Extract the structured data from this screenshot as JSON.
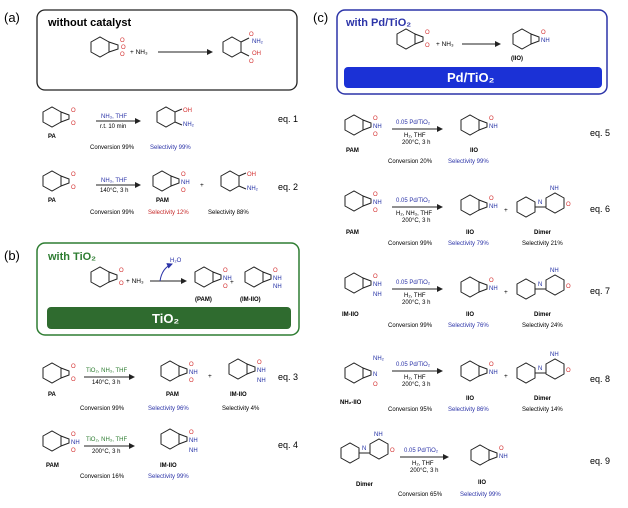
{
  "colors": {
    "green_text": "#2e7d32",
    "blue_text": "#2c34a8",
    "red_text": "#c62828",
    "green_bar": "#2f6b2f",
    "blue_bar": "#1b31d6",
    "o_red": "#d32f2f",
    "n_blue": "#2330a5"
  },
  "panels": {
    "a": {
      "tag": "(a)",
      "title": "without catalyst",
      "reagent": "+ NH₃",
      "eqs": [
        {
          "cond1": "NH₃, THF",
          "cond2": "r.t. 10 min",
          "sm_label": "PA",
          "conversion": "Conversion 99%",
          "selectivity": "Selectivity 99%",
          "num": "eq. 1"
        },
        {
          "cond1": "NH₃, THF",
          "cond2": "140°C, 3 h",
          "sm_label": "PA",
          "product1": "PAM",
          "conversion": "Conversion 99%",
          "selectivity": "Selectivity 12%",
          "selectivity2": "Selectivity 88%",
          "num": "eq. 2"
        }
      ]
    },
    "b": {
      "tag": "(b)",
      "title": "with TiO₂",
      "reagent": "+ NH₃",
      "water": "H₂O",
      "p1": "(PAM)",
      "p2": "(IM-IIO)",
      "bar": "TiO₂",
      "eqs": [
        {
          "cond1": "TiO₂, NH₃, THF",
          "cond2": "140°C, 3 h",
          "sm_label": "PA",
          "product1": "PAM",
          "product2": "IM-IIO",
          "conversion": "Conversion 99%",
          "selectivity": "Selectivity 96%",
          "selectivity2": "Selectivity 4%",
          "num": "eq. 3"
        },
        {
          "cond1": "TiO₂, NH₃, THF",
          "cond2": "200°C, 3 h",
          "sm_label": "PAM",
          "product1": "IM-IIO",
          "conversion": "Conversion 16%",
          "selectivity": "Selectivity 99%",
          "num": "eq. 4"
        }
      ]
    },
    "c": {
      "tag": "(c)",
      "title": "with Pd/TiO₂",
      "reagent": "+ NH₃",
      "p1": "(IIO)",
      "bar": "Pd/TiO₂",
      "eqs": [
        {
          "cond0": "0.05 Pd/TiO₂",
          "cond1": "H₂, THF",
          "cond2": "200°C, 3 h",
          "sm_label": "PAM",
          "product1": "IIO",
          "conversion": "Conversion 20%",
          "selectivity": "Selectivity 99%",
          "num": "eq. 5"
        },
        {
          "cond0": "0.05 Pd/TiO₂",
          "cond1": "H₂, NH₃, THF",
          "cond2": "200°C, 3 h",
          "sm_label": "PAM",
          "product1": "IIO",
          "product2": "Dimer",
          "conversion": "Conversion 99%",
          "selectivity": "Selectivity 79%",
          "selectivity2": "Selectivity 21%",
          "num": "eq. 6"
        },
        {
          "cond0": "0.05 Pd/TiO₂",
          "cond1": "H₂, THF",
          "cond2": "200°C, 3 h",
          "sm_label": "IM-IIO",
          "product1": "IIO",
          "product2": "Dimer",
          "conversion": "Conversion 99%",
          "selectivity": "Selectivity 76%",
          "selectivity2": "Selectivity 24%",
          "num": "eq. 7"
        },
        {
          "cond0": "0.05 Pd/TiO₂",
          "cond1": "H₂, THF",
          "cond2": "200°C, 3 h",
          "sm_label": "NH₂-IIO",
          "product1": "IIO",
          "product2": "Dimer",
          "conversion": "Conversion 95%",
          "selectivity": "Selectivity 86%",
          "selectivity2": "Selectivity 14%",
          "num": "eq. 8"
        },
        {
          "cond0": "0.05 Pd/TiO₂",
          "cond1": "H₂, THF",
          "cond2": "200°C, 3 h",
          "sm_label": "Dimer",
          "product1": "IIO",
          "conversion": "Conversion 65%",
          "selectivity": "Selectivity 99%",
          "num": "eq. 9"
        }
      ]
    }
  }
}
